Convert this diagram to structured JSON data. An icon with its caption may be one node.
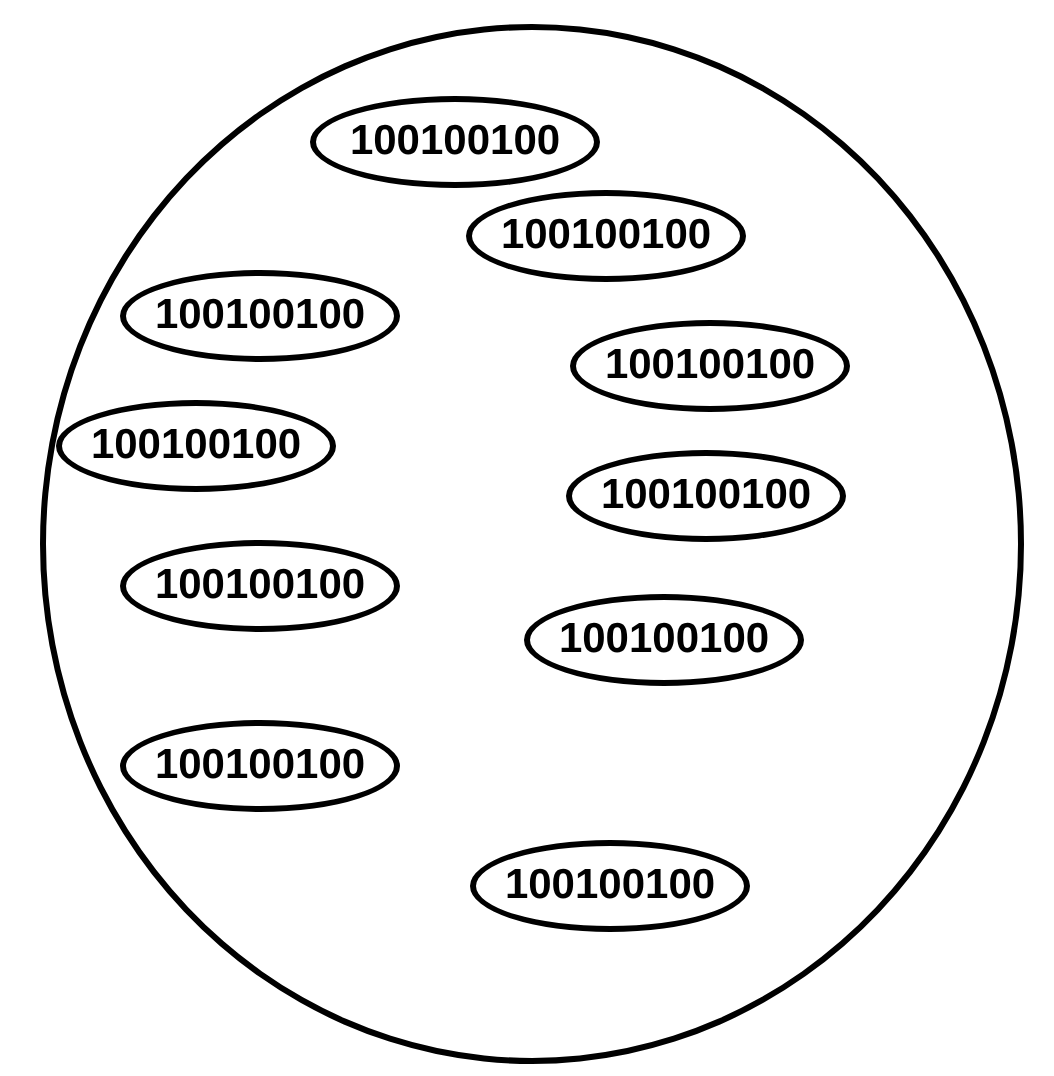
{
  "diagram": {
    "nodes": [
      {
        "text": [],
        "shape": "circle"
      },
      {
        "text": [
          "100100100"
        ],
        "in": 0
      },
      {
        "text": [
          "100100100"
        ],
        "in": 0
      },
      {
        "text": [
          "100100100"
        ],
        "in": 0
      },
      {
        "text": [
          "100100100"
        ],
        "in": 0
      },
      {
        "text": [
          "100100100"
        ],
        "in": 0
      },
      {
        "text": [
          "100100100"
        ],
        "in": 0
      },
      {
        "text": [
          "100100100"
        ],
        "in": 0
      },
      {
        "text": [
          "100100100"
        ],
        "in": 0
      },
      {
        "text": [
          "100100100"
        ],
        "in": 0
      },
      {
        "text": [
          "100100100"
        ],
        "in": 0
      }
    ],
    "edges": []
  }
}
